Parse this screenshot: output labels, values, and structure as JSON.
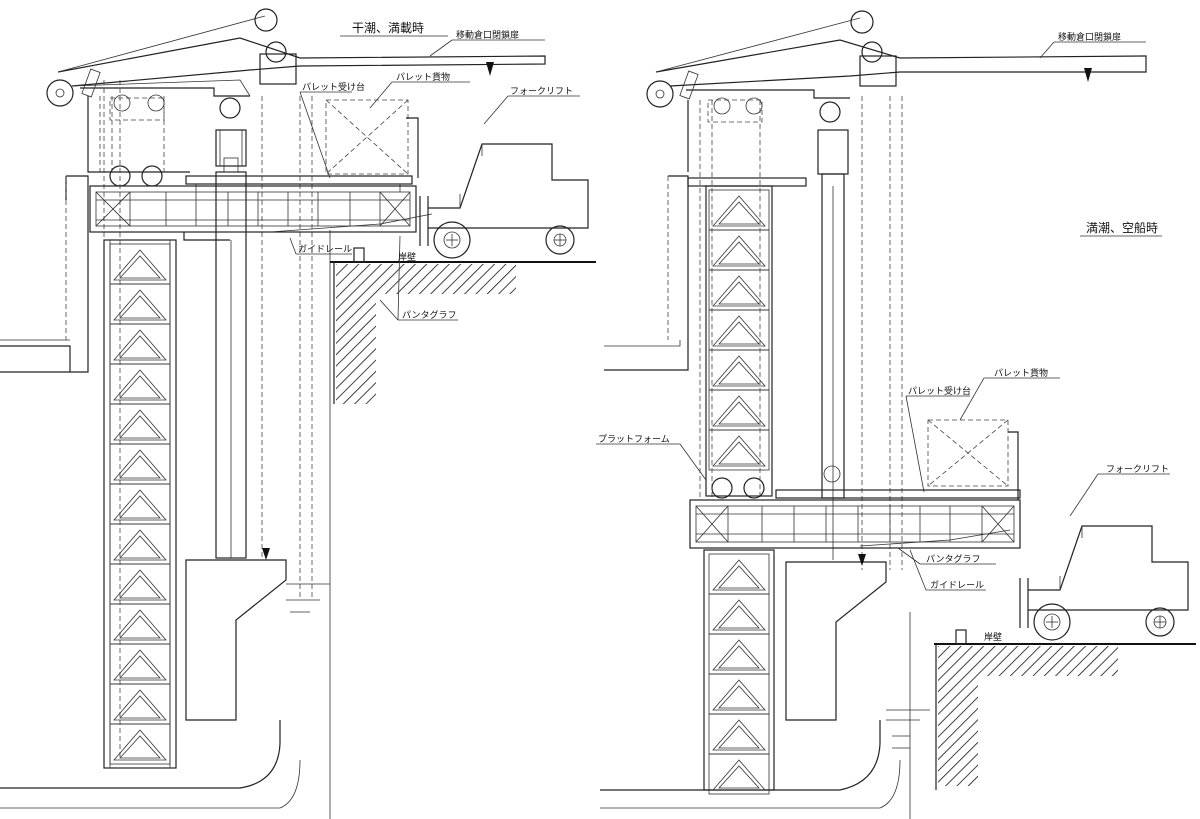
{
  "left_view": {
    "title": "干潮、満載時",
    "labels": {
      "hatch_cover": "移動倉口閉鎖扉",
      "pallet_cargo": "パレット貨物",
      "pallet_table": "パレット受け台",
      "forklift": "フォークリフト",
      "guide_rail": "ガイドレール",
      "quay_wall": "岸壁",
      "pantograph": "パンタグラフ"
    }
  },
  "right_view": {
    "title": "満潮、空船時",
    "labels": {
      "hatch_cover": "移動倉口閉鎖扉",
      "pallet_cargo": "パレット貨物",
      "pallet_table": "パレット受け台",
      "platform": "プラットフォーム",
      "forklift": "フォークリフト",
      "pantograph": "パンタグラフ",
      "guide_rail": "ガイドレール",
      "quay_wall": "岸壁"
    }
  }
}
